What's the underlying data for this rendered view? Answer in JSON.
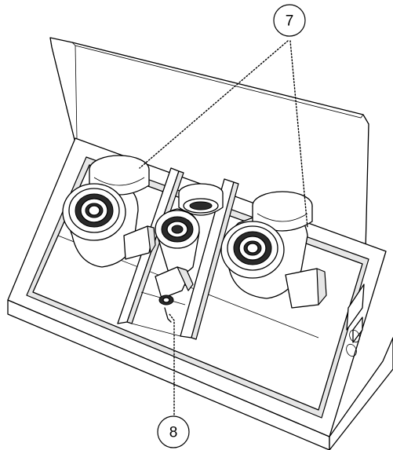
{
  "callouts": [
    {
      "id": "7",
      "label": "7"
    },
    {
      "id": "8",
      "label": "8"
    }
  ],
  "colors": {
    "line": "#000000",
    "background": "#ffffff",
    "shade": "#e6e6e6"
  }
}
